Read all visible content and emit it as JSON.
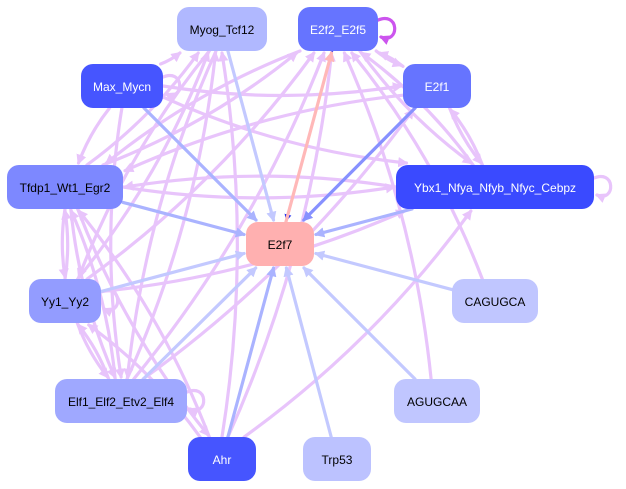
{
  "title": "E2f7 regulatory network",
  "edge_colors": {
    "purple": "#e8c4fb",
    "purple_strong": "#cc55ee",
    "blue_light": "#c3c9ff",
    "blue_mid": "#aab3ff",
    "blue_strong": "#8791ff",
    "blue_dark": "#2233ee",
    "pink": "#ffb8b8"
  },
  "nodes": [
    {
      "id": "Myog_Tcf12",
      "label": "Myog_Tcf12",
      "fill": "#b0b8ff",
      "text": "#000000"
    },
    {
      "id": "E2f2_E2f5",
      "label": "E2f2_E2f5",
      "fill": "#6674ff",
      "text": "#ffffff"
    },
    {
      "id": "Max_Mycn",
      "label": "Max_Mycn",
      "fill": "#4655ff",
      "text": "#ffffff"
    },
    {
      "id": "E2f1",
      "label": "E2f1",
      "fill": "#6674ff",
      "text": "#ffffff"
    },
    {
      "id": "Tfdp1_Wt1_Egr2",
      "label": "Tfdp1_Wt1_Egr2",
      "fill": "#7d88ff",
      "text": "#000000"
    },
    {
      "id": "Ybx1_Nfya_Nfyb_Nfyc_Cebpz",
      "label": "Ybx1_Nfya_Nfyb_Nfyc_Cebpz",
      "fill": "#3a4aff",
      "text": "#ffffff"
    },
    {
      "id": "E2f7",
      "label": "E2f7",
      "fill": "#ffb0b0",
      "text": "#000000"
    },
    {
      "id": "Yy1_Yy2",
      "label": "Yy1_Yy2",
      "fill": "#939cff",
      "text": "#000000"
    },
    {
      "id": "CAGUGCA",
      "label": "CAGUGCA",
      "fill": "#c0c6ff",
      "text": "#000000"
    },
    {
      "id": "Elf1_Elf2_Etv2_Elf4",
      "label": "Elf1_Elf2_Etv2_Elf4",
      "fill": "#9fa8ff",
      "text": "#000000"
    },
    {
      "id": "AGUGCAA",
      "label": "AGUGCAA",
      "fill": "#c0c6ff",
      "text": "#000000"
    },
    {
      "id": "Ahr",
      "label": "Ahr",
      "fill": "#4655ff",
      "text": "#ffffff"
    },
    {
      "id": "Trp53",
      "label": "Trp53",
      "fill": "#bcc2ff",
      "text": "#000000"
    }
  ],
  "edges": [
    {
      "from": "Max_Mycn",
      "to": "E2f7",
      "color": "blue_mid"
    },
    {
      "from": "Myog_Tcf12",
      "to": "E2f7",
      "color": "blue_light"
    },
    {
      "from": "E2f2_E2f5",
      "to": "E2f7",
      "color": "blue_dark"
    },
    {
      "from": "E2f7",
      "to": "E2f2_E2f5",
      "color": "pink"
    },
    {
      "from": "E2f1",
      "to": "E2f7",
      "color": "blue_strong"
    },
    {
      "from": "Tfdp1_Wt1_Egr2",
      "to": "E2f7",
      "color": "blue_mid"
    },
    {
      "from": "Ybx1_Nfya_Nfyb_Nfyc_Cebpz",
      "to": "E2f7",
      "color": "blue_mid"
    },
    {
      "from": "Yy1_Yy2",
      "to": "E2f7",
      "color": "blue_light"
    },
    {
      "from": "CAGUGCA",
      "to": "E2f7",
      "color": "blue_light"
    },
    {
      "from": "Elf1_Elf2_Etv2_Elf4",
      "to": "E2f7",
      "color": "blue_light"
    },
    {
      "from": "AGUGCAA",
      "to": "E2f7",
      "color": "blue_light"
    },
    {
      "from": "Ahr",
      "to": "E2f7",
      "color": "blue_mid"
    },
    {
      "from": "Trp53",
      "to": "E2f7",
      "color": "blue_light"
    },
    {
      "from": "E2f2_E2f5",
      "to": "E2f2_E2f5",
      "color": "purple_strong",
      "self": true
    },
    {
      "from": "Max_Mycn",
      "to": "Max_Mycn",
      "color": "purple",
      "self": true
    },
    {
      "from": "Ybx1_Nfya_Nfyb_Nfyc_Cebpz",
      "to": "Ybx1_Nfya_Nfyb_Nfyc_Cebpz",
      "color": "purple",
      "self": true
    },
    {
      "from": "Yy1_Yy2",
      "to": "Yy1_Yy2",
      "color": "purple",
      "self": true
    },
    {
      "from": "Elf1_Elf2_Etv2_Elf4",
      "to": "Elf1_Elf2_Etv2_Elf4",
      "color": "purple",
      "self": true
    },
    {
      "from": "E2f2_E2f5",
      "to": "E2f1",
      "color": "purple"
    },
    {
      "from": "E2f1",
      "to": "E2f2_E2f5",
      "color": "purple"
    },
    {
      "from": "E2f1",
      "to": "Ybx1_Nfya_Nfyb_Nfyc_Cebpz",
      "color": "purple"
    },
    {
      "from": "Ybx1_Nfya_Nfyb_Nfyc_Cebpz",
      "to": "E2f1",
      "color": "purple"
    },
    {
      "from": "Max_Mycn",
      "to": "Tfdp1_Wt1_Egr2",
      "color": "purple"
    },
    {
      "from": "Tfdp1_Wt1_Egr2",
      "to": "Yy1_Yy2",
      "color": "purple"
    },
    {
      "from": "Yy1_Yy2",
      "to": "Tfdp1_Wt1_Egr2",
      "color": "purple"
    },
    {
      "from": "Max_Mycn",
      "to": "Myog_Tcf12",
      "color": "purple"
    },
    {
      "from": "Max_Mycn",
      "to": "E2f1",
      "color": "purple"
    },
    {
      "from": "Max_Mycn",
      "to": "Ybx1_Nfya_Nfyb_Nfyc_Cebpz",
      "color": "purple"
    },
    {
      "from": "Max_Mycn",
      "to": "Elf1_Elf2_Etv2_Elf4",
      "color": "purple"
    },
    {
      "from": "Tfdp1_Wt1_Egr2",
      "to": "Myog_Tcf12",
      "color": "purple"
    },
    {
      "from": "Tfdp1_Wt1_Egr2",
      "to": "E2f2_E2f5",
      "color": "purple"
    },
    {
      "from": "Tfdp1_Wt1_Egr2",
      "to": "Ybx1_Nfya_Nfyb_Nfyc_Cebpz",
      "color": "purple"
    },
    {
      "from": "Tfdp1_Wt1_Egr2",
      "to": "Elf1_Elf2_Etv2_Elf4",
      "color": "purple"
    },
    {
      "from": "Tfdp1_Wt1_Egr2",
      "to": "Ahr",
      "color": "purple"
    },
    {
      "from": "Yy1_Yy2",
      "to": "Myog_Tcf12",
      "color": "purple"
    },
    {
      "from": "Yy1_Yy2",
      "to": "E2f2_E2f5",
      "color": "purple"
    },
    {
      "from": "Yy1_Yy2",
      "to": "Ybx1_Nfya_Nfyb_Nfyc_Cebpz",
      "color": "purple"
    },
    {
      "from": "Yy1_Yy2",
      "to": "Elf1_Elf2_Etv2_Elf4",
      "color": "purple"
    },
    {
      "from": "Elf1_Elf2_Etv2_Elf4",
      "to": "Yy1_Yy2",
      "color": "purple"
    },
    {
      "from": "Elf1_Elf2_Etv2_Elf4",
      "to": "Myog_Tcf12",
      "color": "purple"
    },
    {
      "from": "Elf1_Elf2_Etv2_Elf4",
      "to": "E2f2_E2f5",
      "color": "purple"
    },
    {
      "from": "Elf1_Elf2_Etv2_Elf4",
      "to": "E2f1",
      "color": "purple"
    },
    {
      "from": "Elf1_Elf2_Etv2_Elf4",
      "to": "Tfdp1_Wt1_Egr2",
      "color": "purple"
    },
    {
      "from": "Ahr",
      "to": "Myog_Tcf12",
      "color": "purple"
    },
    {
      "from": "Ahr",
      "to": "E2f2_E2f5",
      "color": "purple"
    },
    {
      "from": "Ahr",
      "to": "Ybx1_Nfya_Nfyb_Nfyc_Cebpz",
      "color": "purple"
    },
    {
      "from": "Ahr",
      "to": "Yy1_Yy2",
      "color": "purple"
    },
    {
      "from": "Ahr",
      "to": "Tfdp1_Wt1_Egr2",
      "color": "purple"
    },
    {
      "from": "AGUGCAA",
      "to": "E2f2_E2f5",
      "color": "purple"
    },
    {
      "from": "CAGUGCA",
      "to": "E2f2_E2f5",
      "color": "purple"
    },
    {
      "from": "Ybx1_Nfya_Nfyb_Nfyc_Cebpz",
      "to": "Tfdp1_Wt1_Egr2",
      "color": "purple"
    },
    {
      "from": "Ybx1_Nfya_Nfyb_Nfyc_Cebpz",
      "to": "E2f2_E2f5",
      "color": "purple"
    },
    {
      "from": "E2f1",
      "to": "Tfdp1_Wt1_Egr2",
      "color": "purple"
    },
    {
      "from": "E2f2_E2f5",
      "to": "Tfdp1_Wt1_Egr2",
      "color": "purple"
    },
    {
      "from": "E2f2_E2f5",
      "to": "Ybx1_Nfya_Nfyb_Nfyc_Cebpz",
      "color": "purple"
    },
    {
      "from": "Myog_Tcf12",
      "to": "Yy1_Yy2",
      "color": "purple"
    },
    {
      "from": "Myog_Tcf12",
      "to": "Elf1_Elf2_Etv2_Elf4",
      "color": "purple"
    }
  ]
}
